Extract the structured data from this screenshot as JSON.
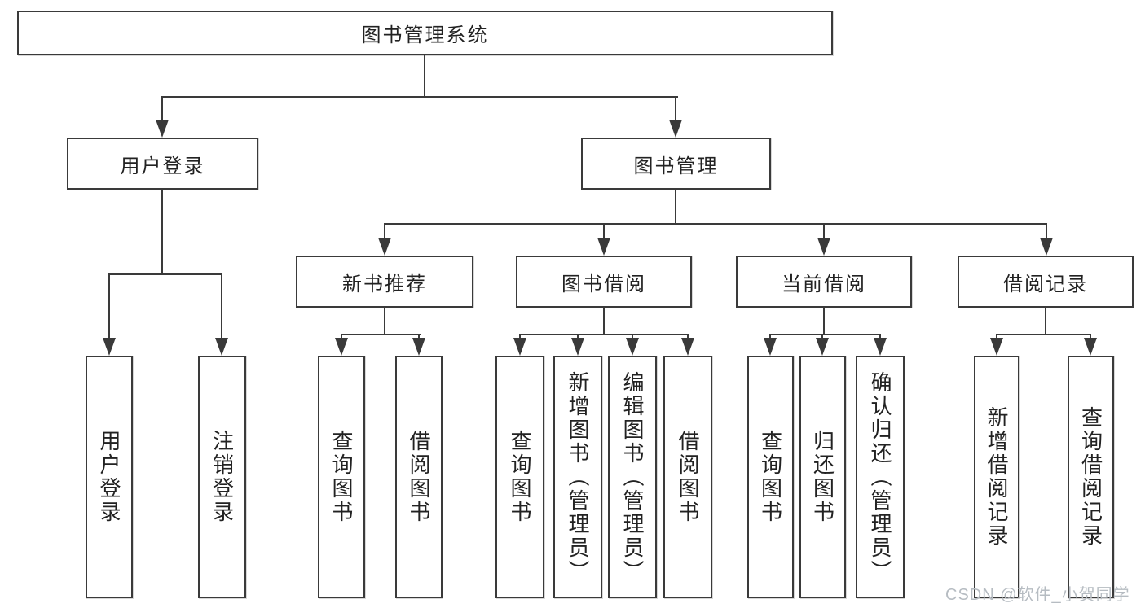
{
  "diagram": {
    "title": "图书管理系统",
    "root": {
      "label": "图书管理系统"
    },
    "level2": [
      {
        "label": "用户登录"
      },
      {
        "label": "图书管理"
      }
    ],
    "level3": [
      {
        "label": "新书推荐"
      },
      {
        "label": "图书借阅"
      },
      {
        "label": "当前借阅"
      },
      {
        "label": "借阅记录"
      }
    ],
    "leaves": {
      "user": [
        "用户登录",
        "注销登录"
      ],
      "recommend": [
        "查询图书",
        "借阅图书"
      ],
      "borrow": [
        "查询图书",
        "新增图书（管理员）",
        "编辑图书（管理员）",
        "借阅图书"
      ],
      "current": [
        "查询图书",
        "归还图书",
        "确认归还（管理员）"
      ],
      "records": [
        "新增借阅记录",
        "查询借阅记录"
      ]
    },
    "colors": {
      "line": "#3a3a3a",
      "text": "#222222",
      "background": "#ffffff",
      "watermark": "#b6bcc2"
    },
    "watermark": "CSDN @软件_小贺同学"
  }
}
